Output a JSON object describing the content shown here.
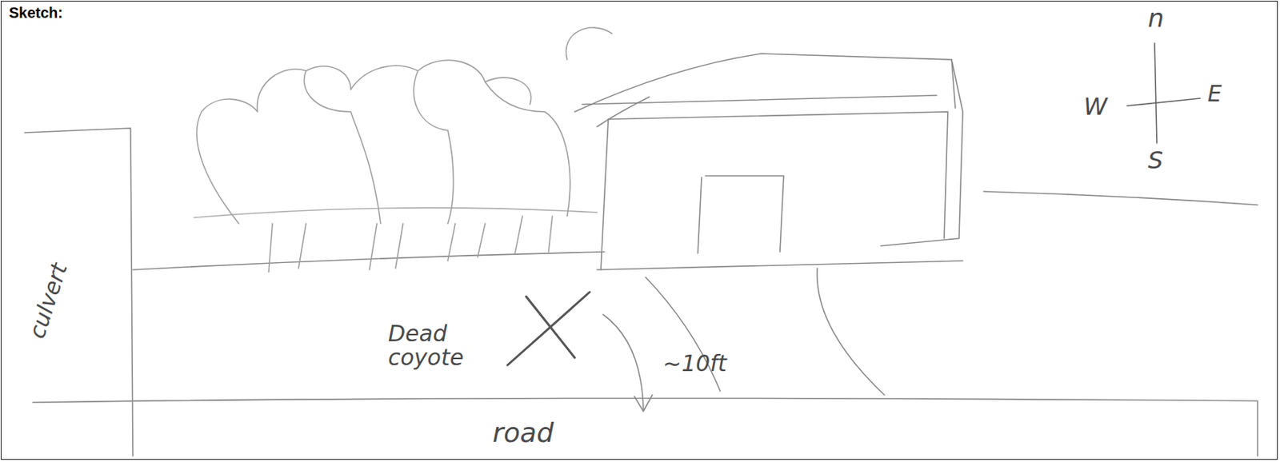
{
  "diagram": {
    "title": "Sketch:",
    "labels": [
      "n",
      "W",
      "E",
      "S",
      "culvert",
      "Dead coyote",
      "~10ft",
      "road"
    ]
  }
}
